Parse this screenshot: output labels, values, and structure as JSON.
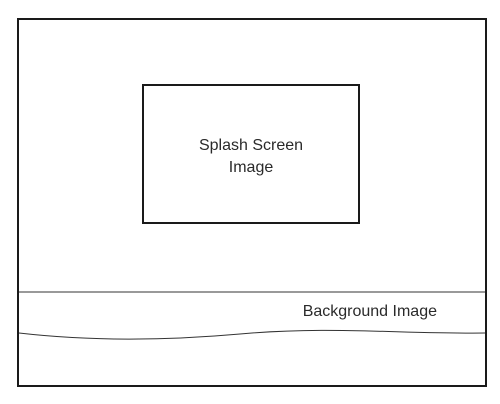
{
  "diagram": {
    "splash_line_1": "Splash Screen",
    "splash_line_2": "Image",
    "background_label": "Background Image"
  }
}
